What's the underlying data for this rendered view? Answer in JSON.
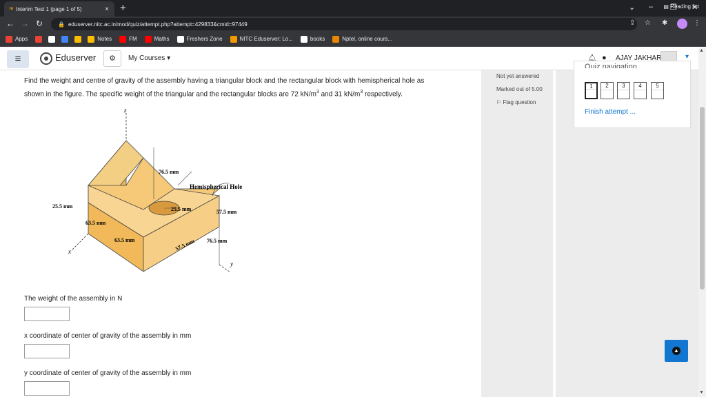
{
  "browser": {
    "tab_title": "Interim Test 1 (page 1 of 5)",
    "tab_close": "×",
    "new_tab": "+",
    "url": "eduserver.nitc.ac.in/mod/quiz/attempt.php?attempt=429833&cmid=97449",
    "bookmarks": [
      {
        "label": "Apps",
        "color": "#ea4335"
      },
      {
        "label": "",
        "color": "#ea4335"
      },
      {
        "label": "",
        "color": "#ffffff"
      },
      {
        "label": "",
        "color": "#4285f4"
      },
      {
        "label": "",
        "color": "#fbbc04"
      },
      {
        "label": "Notes",
        "color": "#fbbc04"
      },
      {
        "label": "FM",
        "color": "#ff0000"
      },
      {
        "label": "Maths",
        "color": "#ff0000"
      },
      {
        "label": "Freshers Zone",
        "color": "#ffffff"
      },
      {
        "label": "NITC Eduserver: Lo...",
        "color": "#f29900"
      },
      {
        "label": "books",
        "color": "#ffffff"
      },
      {
        "label": "Nptel, online cours...",
        "color": "#ea8600"
      }
    ],
    "reading_list": "Reading list"
  },
  "header": {
    "site_name": "Eduserver",
    "my_courses": "My Courses",
    "user_name": "AJAY JAKHAR"
  },
  "question": {
    "text_1": "Find the weight and centre of gravity of the assembly having a triangular block and the rectangular block with hemispherical hole as",
    "text_2a": "shown in the figure. The specific weight of the triangular and the rectangular blocks are 72 kN/m",
    "text_2b": " and 31 kN/m",
    "text_2c": " respectively.",
    "sup": "3",
    "figure": {
      "z": "z",
      "x": "x",
      "y": "y",
      "d1": "76.5 mm",
      "hole": "Hemispherical Hole",
      "d2": "25.5 mm",
      "d3": "25.5 mm",
      "d4": "57.5 mm",
      "d5": "63.5 mm",
      "d6": "63.5 mm",
      "d7": "57.5 mm",
      "d8": "76.5 mm"
    },
    "labels": [
      "The weight of the assembly in N",
      "x coordinate of center of gravity of the assembly in mm",
      "y coordinate of center of gravity of the assembly in mm"
    ]
  },
  "qinfo": {
    "status": "Not yet answered",
    "marks": "Marked out of 5.00",
    "flag": "Flag question"
  },
  "quiznav": {
    "title": "Quiz navigation",
    "buttons": [
      "1",
      "2",
      "3",
      "4",
      "5"
    ],
    "finish": "Finish attempt ..."
  },
  "colors": {
    "accent": "#1177d1",
    "block": "#f5c26b",
    "block_dark": "#e2a447"
  }
}
